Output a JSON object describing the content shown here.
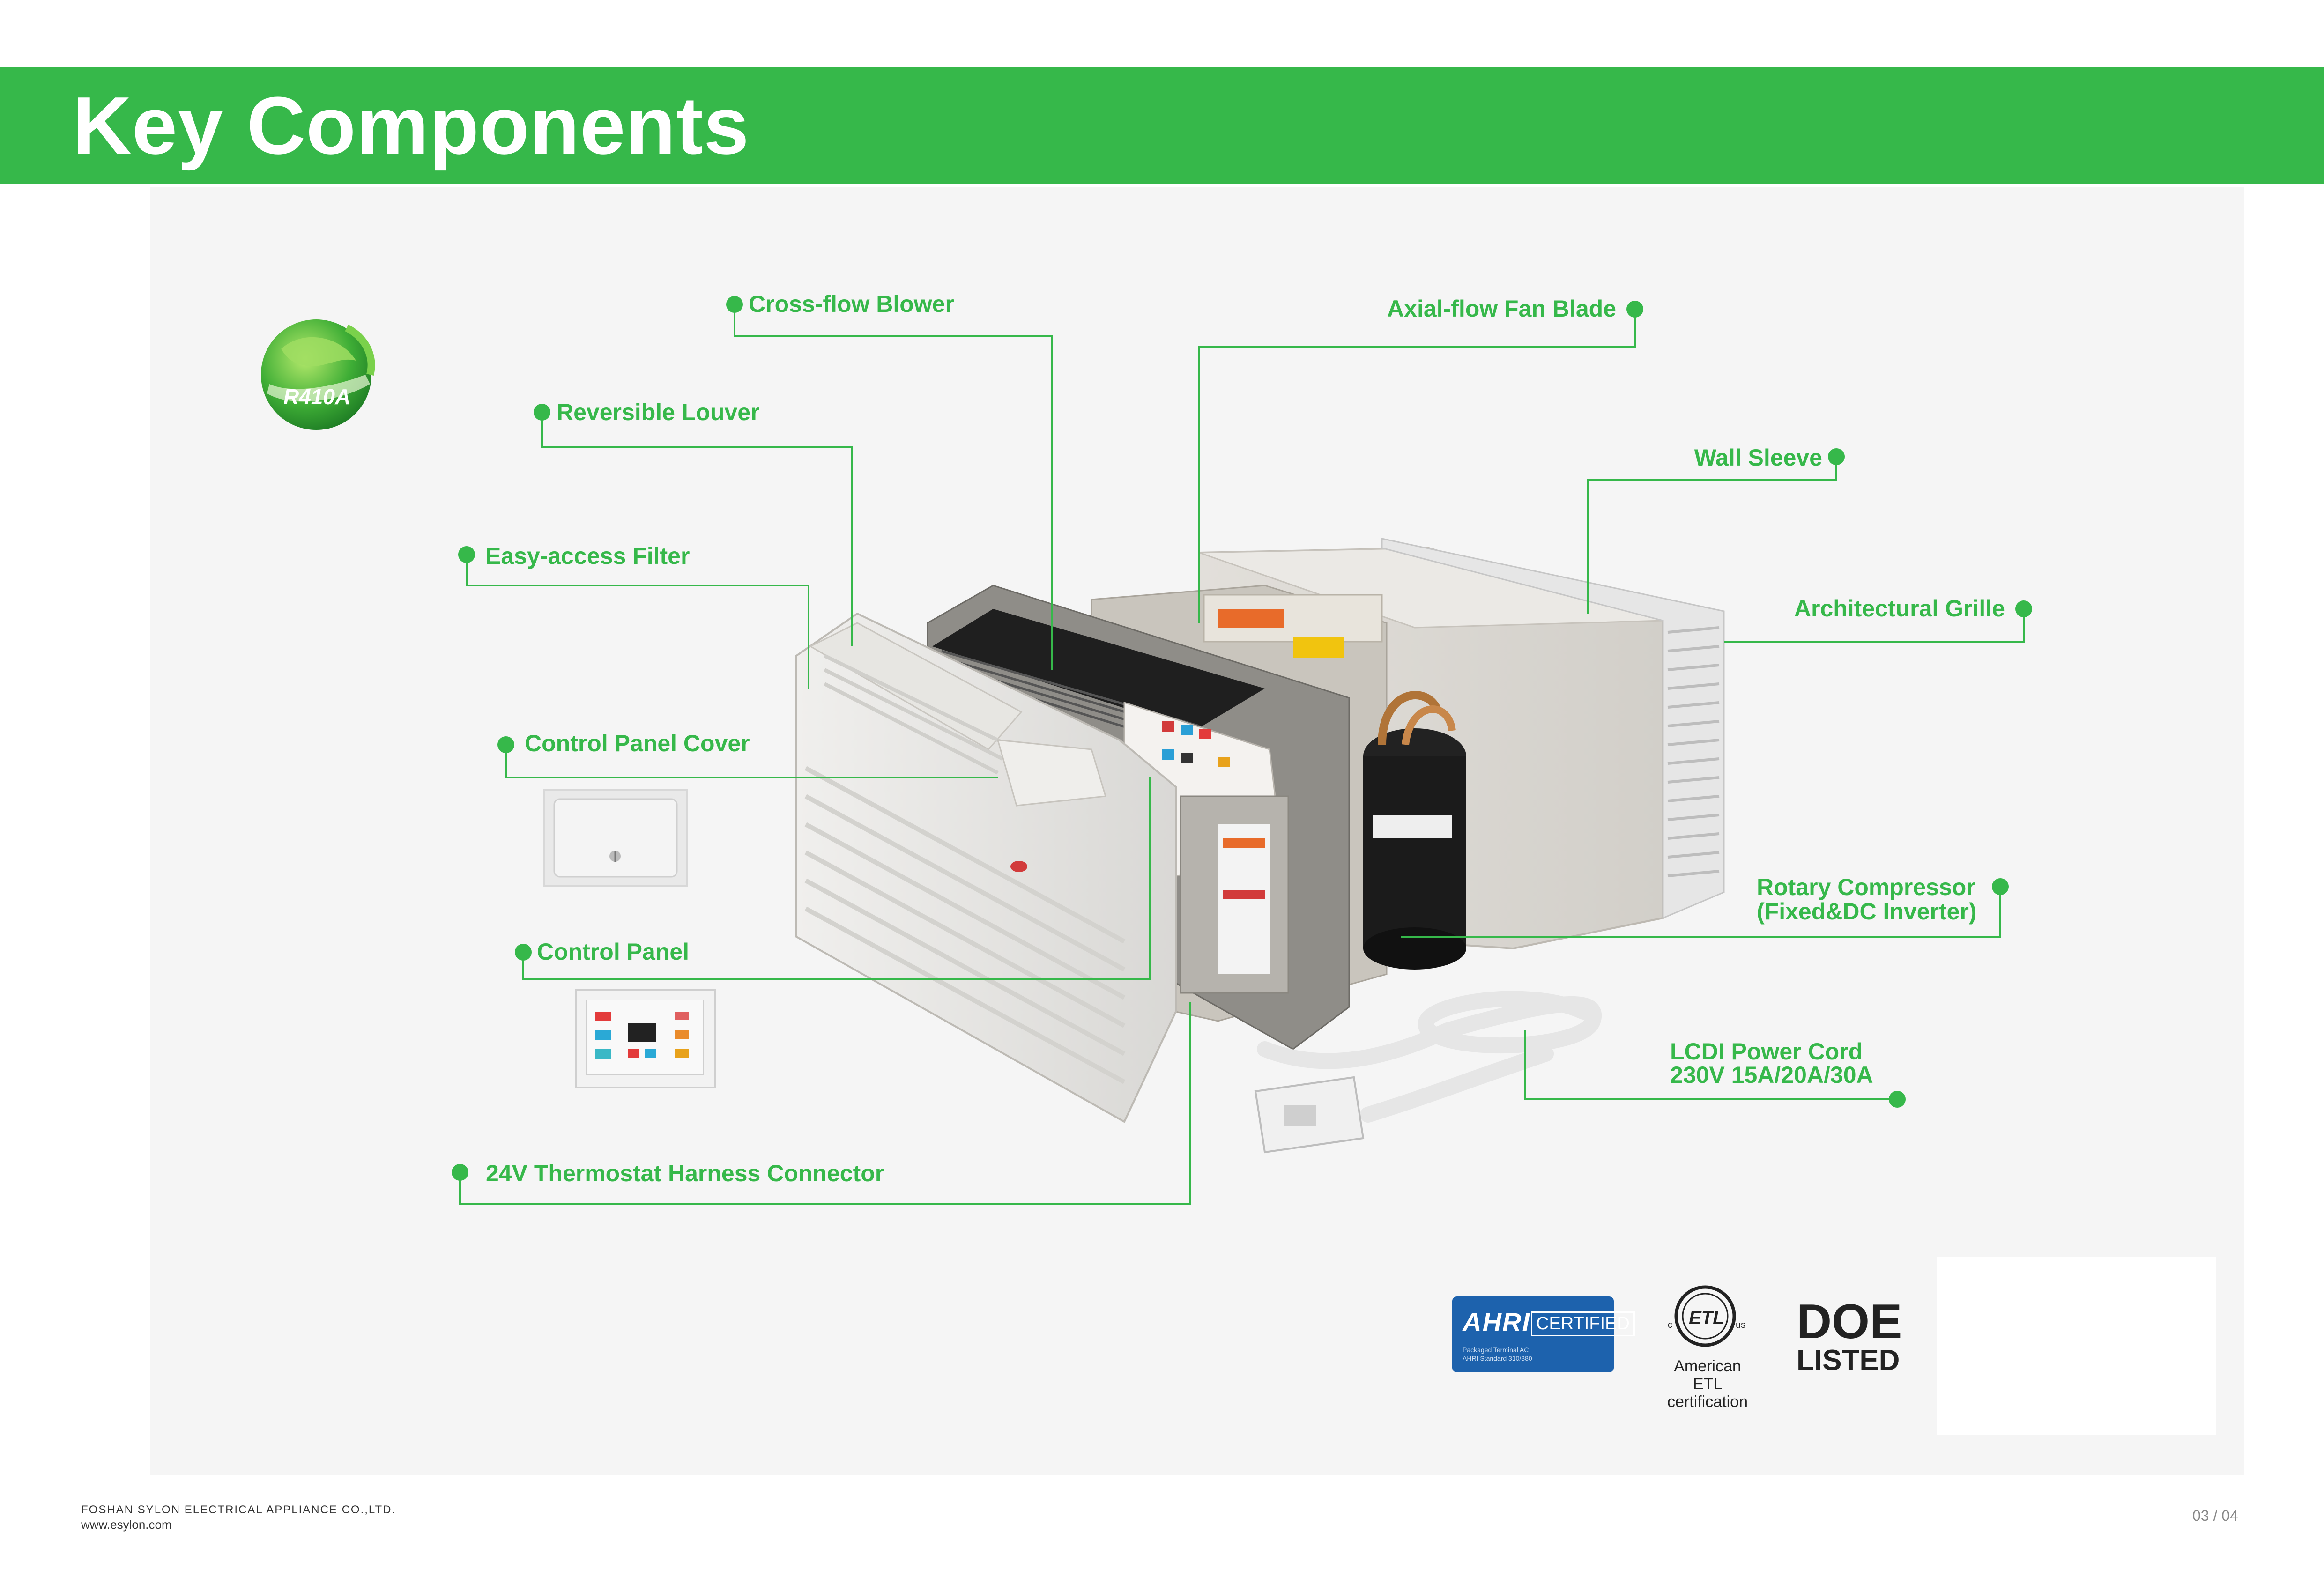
{
  "header": {
    "title": "Key Components"
  },
  "badge": {
    "text": "R410A"
  },
  "labels": {
    "cross_flow_blower": "Cross-flow Blower",
    "axial_flow_fan_blade": "Axial-flow Fan Blade",
    "reversible_louver": "Reversible Louver",
    "wall_sleeve": "Wall Sleeve",
    "easy_access_filter": "Easy-access Filter",
    "architectural_grille": "Architectural Grille",
    "control_panel_cover": "Control Panel Cover",
    "rotary_compressor_line1": "Rotary Compressor",
    "rotary_compressor_line2": "(Fixed&DC Inverter)",
    "control_panel": "Control Panel",
    "lcdi_power_cord_line1": "LCDI Power Cord",
    "lcdi_power_cord_line2": "230V 15A/20A/30A",
    "thermostat_harness": "24V Thermostat Harness Connector"
  },
  "certifications": {
    "ahri_logo": "AHRI",
    "ahri_certified": "CERTIFIED",
    "ahri_small_1": "Packaged Terminal AC",
    "ahri_small_2": "AHRI Standard 310/380",
    "etl_mark": "ETL",
    "etl_c": "c",
    "etl_us": "us",
    "etl_line1": "American",
    "etl_line2": "ETL",
    "etl_line3": "certification",
    "doe_line1": "DOE",
    "doe_line2": "LISTED"
  },
  "footer": {
    "company": "FOSHAN SYLON ELECTRICAL APPLIANCE CO.,LTD.",
    "website": "www.esylon.com",
    "page": "03 / 04"
  },
  "colors": {
    "brand_green": "#36b84a",
    "ahri_blue": "#1d62ad"
  },
  "icons": [
    "globe-icon",
    "etl-mark-icon"
  ]
}
